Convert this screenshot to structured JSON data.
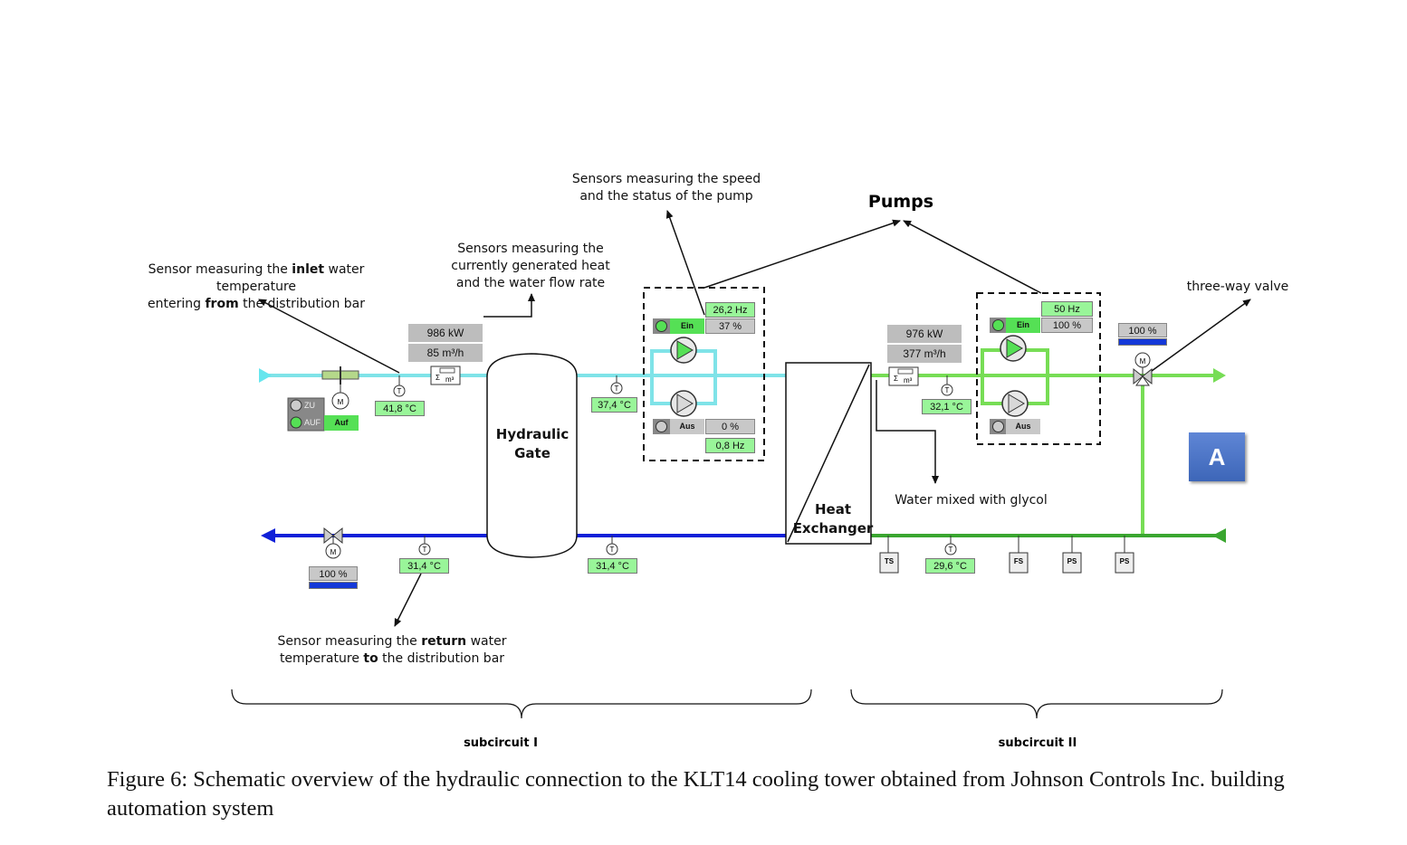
{
  "annotations": {
    "inlet_sensor": {
      "pre": "Sensor measuring the ",
      "bold": "inlet",
      "post": " water temperature",
      "line2_pre": "entering ",
      "line2_bold": "from",
      "line2_post": " the distribution bar"
    },
    "heat_flow": [
      "Sensors measuring the",
      "currently generated heat",
      "and the water flow rate"
    ],
    "pump_speed": [
      "Sensors measuring the speed",
      "and the status of the pump"
    ],
    "pumps_title": "Pumps",
    "three_way": "three-way valve",
    "glycol": "Water mixed with glycol",
    "return_sensor": {
      "pre": "Sensor measuring the ",
      "bold": "return",
      "post": " water",
      "line2_pre": "temperature ",
      "line2_bold": "to",
      "line2_post": " the distribution bar"
    }
  },
  "components": {
    "hydraulic_gate": [
      "Hydraulic",
      "Gate"
    ],
    "heat_exchanger": [
      "Heat",
      "Exchanger"
    ],
    "badge": "A"
  },
  "subcircuit1": {
    "valve": {
      "zu": "ZU",
      "auf": "AUF",
      "state": "Auf",
      "motor": "M"
    },
    "inlet_temp": "41,8 °C",
    "heat": "986 kW",
    "flow": "85 m³/h",
    "after_gate_temp": "37,4 °C",
    "return_temp": "31,4 °C",
    "return_temp2": "31,4 °C",
    "return_valve_pct": "100 %",
    "pump1": {
      "status": "Ein",
      "freq": "26,2 Hz",
      "pct": "37 %"
    },
    "pump2": {
      "status": "Aus",
      "pct": "0 %",
      "freq": "0,8 Hz"
    }
  },
  "subcircuit2": {
    "heat": "976 kW",
    "flow": "377 m³/h",
    "temp": "32,1 °C",
    "return_temp": "29,6 °C",
    "pump1": {
      "status": "Ein",
      "freq": "50 Hz",
      "pct": "100 %"
    },
    "pump2": {
      "status": "Aus"
    },
    "valve_pct": "100 %",
    "sensors": [
      "TS",
      "FS",
      "PS",
      "PS"
    ]
  },
  "labels": {
    "subcircuit1": "subcircuit I",
    "subcircuit2": "subcircuit II",
    "sensor_T": "T",
    "motor": "M",
    "sum": "Σ",
    "m3": "m³"
  },
  "caption": "Figure 6: Schematic overview of the hydraulic connection to the KLT14 cooling tower obtained from Johnson Controls Inc. building automation system",
  "colors": {
    "cyan_pipe": "#7fe3e8",
    "blue_pipe": "#1020d8",
    "green_pipe": "#77dd55",
    "dark_green_pipe": "#3aa630",
    "readout_green": "#99f599"
  }
}
